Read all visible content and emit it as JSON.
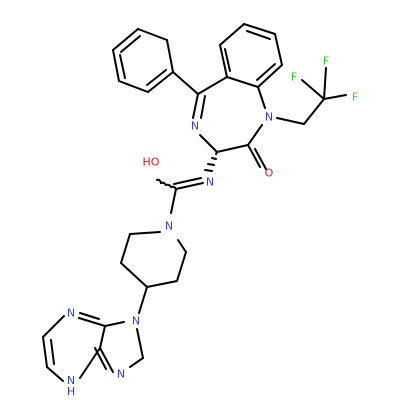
{
  "colors": {
    "bond": "#000000",
    "nitrogen": "#2f3fd8",
    "oxygen": "#e8141c",
    "fluorine": "#33cc33"
  },
  "atoms": {
    "n_diazepine_imine": "N",
    "n_amide_ring": "N",
    "o_carbonyl_ring": "O",
    "n_side_chain": "N",
    "oh_side": "HO",
    "n_piperidine": "N",
    "f1": "F",
    "f2": "F",
    "f3": "F",
    "n_pyrazine_top": "N",
    "n_imidazole_left": "N",
    "n_imidazole_right": "N",
    "nh_pyrazine": "N\nH"
  }
}
